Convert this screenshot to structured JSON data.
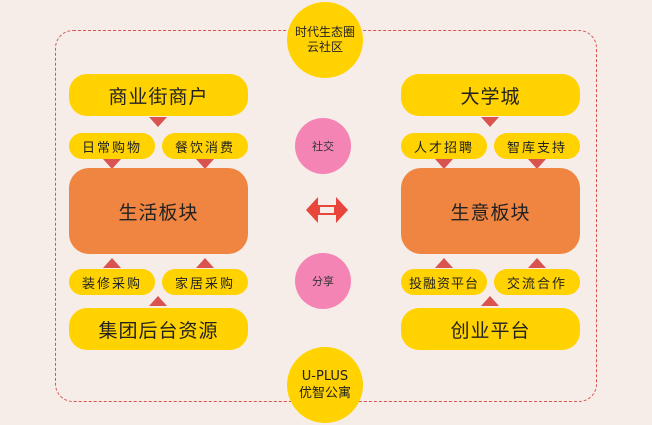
{
  "top_circle": {
    "line1": "时代生态圈",
    "line2": "云社区"
  },
  "bottom_circle": {
    "line1": "U-PLUS",
    "line2": "优智公寓"
  },
  "center": {
    "top_label": "社交",
    "bottom_label": "分享",
    "arrows_icon": "double-arrow-icon"
  },
  "left": {
    "top": "商业街商户",
    "sub_top": [
      "日常购物",
      "餐饮消费"
    ],
    "block": "生活板块",
    "sub_bottom": [
      "装修采购",
      "家居采购"
    ],
    "bottom": "集团后台资源"
  },
  "right": {
    "top": "大学城",
    "sub_top": [
      "人才招聘",
      "智库支持"
    ],
    "block": "生意板块",
    "sub_bottom": [
      "投融资平台",
      "交流合作"
    ],
    "bottom": "创业平台"
  },
  "colors": {
    "yellow": "#ffd200",
    "orange": "#ef8540",
    "pink": "#f484b4",
    "red": "#d9534f",
    "background": "#f7ede8"
  }
}
